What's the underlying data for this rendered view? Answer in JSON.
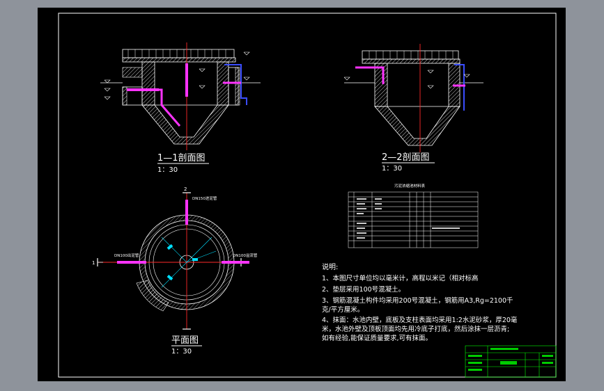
{
  "titles": {
    "section_1": "1—1剖面图",
    "section_1_scale": "1：30",
    "section_2": "2—2剖面图",
    "section_2_scale": "1：30",
    "plan": "平面图",
    "plan_scale": "1：30"
  },
  "plan_labels": {
    "inlet_pipe": "DN150进泥管",
    "overflow_pipe": "DN100出泥管",
    "drain_pipe": "DN100溢流管",
    "cut_mark": "1",
    "cut_mark_top": "2"
  },
  "table": {
    "title": "污泥浓缩池材料表"
  },
  "notes": {
    "heading": "说明:",
    "n1": "1、本图尺寸单位均以毫米计，高程以米记（相对标高",
    "n2": "2、垫层采用100号混凝土。",
    "n3": "3、钢筋混凝土构件均采用200号混凝土，钢筋用A3,Rg=2100千",
    "n3b": "克/平方厘米。",
    "n4": "4、抹面：水池内壁，底板及支柱表面均采用1:2水泥砂浆，厚20毫",
    "n4b": "米，水池外壁及顶板顶面均先用冷底子打底，然后涂抹一层沥青;",
    "n4c": "如有经验,能保证质量要求,可有抹面。"
  },
  "colors": {
    "background": "#8e939b",
    "sheet": "#000000",
    "line": "#ffffff",
    "axis": "#ff2a2a",
    "pipe": "#ff33ff",
    "pipe_blue": "#3a4dff",
    "dim": "#00e0ff",
    "title_block": "#00ff00"
  }
}
